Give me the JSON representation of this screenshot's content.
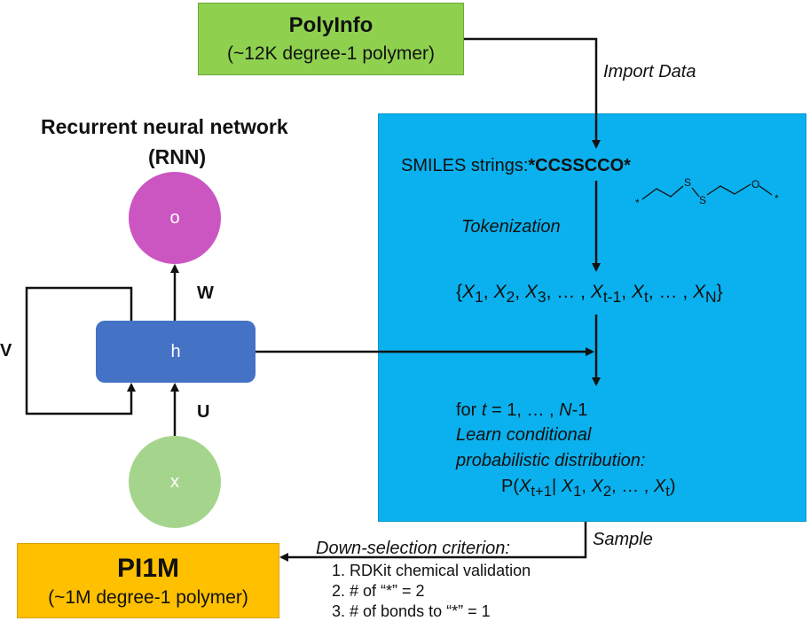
{
  "polyinfo": {
    "title": "PolyInfo",
    "subtitle": "(~12K degree-1 polymer)"
  },
  "import_label": "Import Data",
  "rnn": {
    "title_line1": "Recurrent neural network",
    "title_line2": "(RNN)",
    "o": "o",
    "h": "h",
    "x": "x",
    "w": "W",
    "u": "U",
    "v": "V"
  },
  "smiles": {
    "prefix": "SMILES strings:",
    "value": "*CCSSCCO*"
  },
  "molecule": {
    "atoms": [
      "*",
      "S",
      "S",
      "O",
      "*"
    ]
  },
  "tokenization": "Tokenization",
  "token_seq": "{X1, X2, X3, … , Xt-1, Xt, … , XN}",
  "learn": {
    "line1": "for t = 1, … , N-1",
    "line2": "Learn conditional",
    "line3": "probabilistic distribution:",
    "line4": "P(Xt+1| X1, X2, … , Xt)"
  },
  "sample_label": "Sample",
  "criterion": {
    "title": "Down-selection criterion:",
    "items": [
      "1. RDKit chemical validation",
      "2. # of “*” = 2",
      "3. # of bonds to “*” = 1"
    ]
  },
  "pi1m": {
    "title": "PI1M",
    "subtitle": "(~1M degree-1 polymer)"
  }
}
